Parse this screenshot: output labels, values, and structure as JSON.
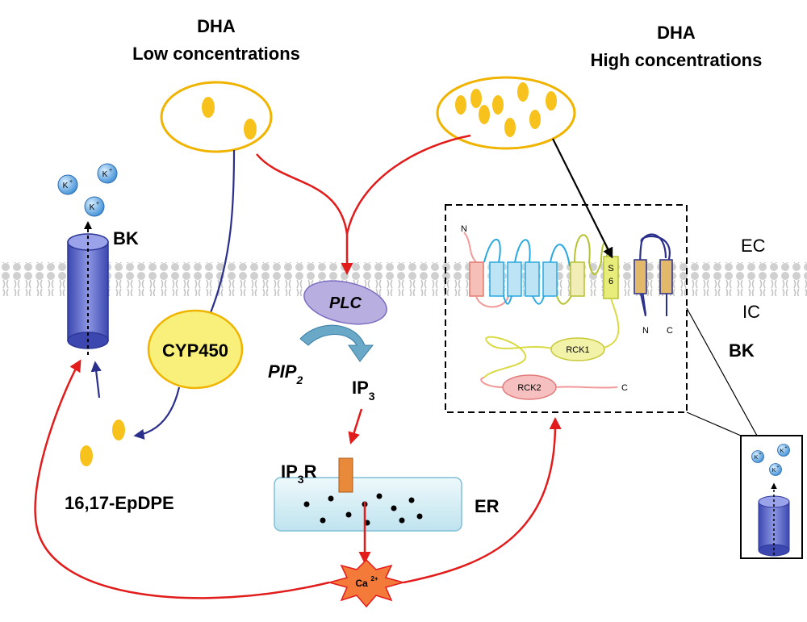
{
  "titles": {
    "low_line1": "DHA",
    "low_line2": "Low concentrations",
    "high_line1": "DHA",
    "high_line2": "High concentrations"
  },
  "labels": {
    "bk_left": "BK",
    "bk_right": "BK",
    "cyp450": "CYP450",
    "plc": "PLC",
    "pip2_base": "PIP",
    "pip2_sub": "2",
    "ip3_base": "IP",
    "ip3_sub": "3",
    "ip3r_base": "IP",
    "ip3r_sub": "3",
    "ip3r_suffix": "R",
    "er": "ER",
    "epdpe": "16,17-EpDPE",
    "ec": "EC",
    "ic": "IC",
    "ca_base": "Ca",
    "ca_sup": "2+",
    "k_ion": "K",
    "k_sup": "+"
  },
  "channel_detail": {
    "n_top": "N",
    "s6_line1": "S",
    "s6_line2": "6",
    "n_bottom": "N",
    "c_bottom": "C",
    "rck1": "RCK1",
    "rck2": "RCK2",
    "c_tail": "C"
  },
  "colors": {
    "dha_fill": "#f7c21c",
    "dha_outline": "#f0b400",
    "red_arrow": "#e21b1b",
    "blue_line": "#2b2f8c",
    "membrane": "#d7d7d7",
    "cyp_fill": "#f8f07a",
    "plc_fill": "#b9aee0",
    "er_fill": "#d8eff7",
    "ca_fill": "#f47a3a",
    "bk_channel": "#5a67c8",
    "k_ion_fill": "#6fb3e8"
  }
}
